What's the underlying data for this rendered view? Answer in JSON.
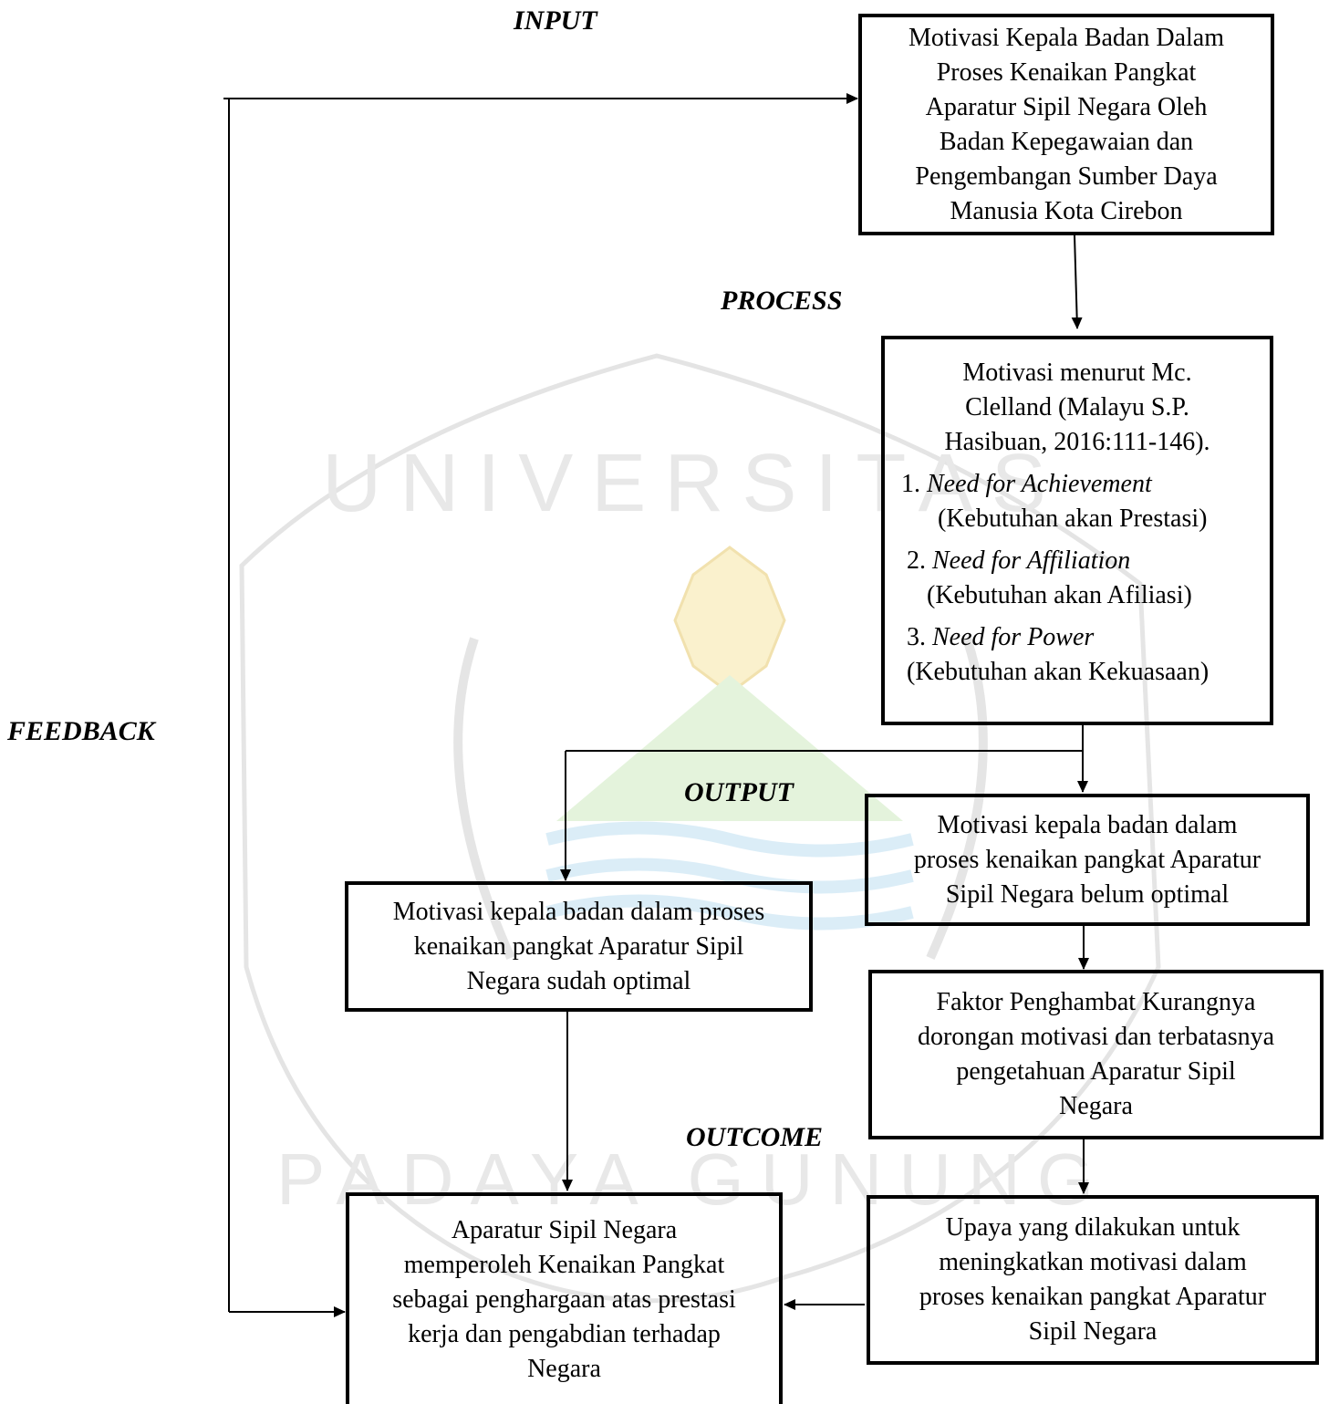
{
  "labels": {
    "input": "INPUT",
    "process": "PROCESS",
    "output": "OUTPUT",
    "outcome": "OUTCOME",
    "feedback": "FEEDBACK"
  },
  "boxes": {
    "input": {
      "lines": [
        "Motivasi Kepala Badan Dalam",
        "Proses Kenaikan Pangkat",
        "Aparatur Sipil Negara Oleh",
        "Badan Kepegawaian  dan",
        "Pengembangan Sumber Daya",
        "Manusia Kota Cirebon"
      ]
    },
    "process": {
      "intro": [
        "Motivasi menurut Mc.",
        "Clelland (Malayu S.P.",
        "Hasibuan, 2016:111-146)."
      ],
      "items": [
        {
          "num": "1.",
          "en": "Need for Achievement",
          "id": "(Kebutuhan akan Prestasi)"
        },
        {
          "num": "2.",
          "en": "Need for Affiliation",
          "id": "(Kebutuhan akan Afiliasi)"
        },
        {
          "num": "3.",
          "en": "Need for Power",
          "id": "(Kebutuhan akan Kekuasaan)"
        }
      ]
    },
    "output_right": {
      "lines": [
        "Motivasi kepala badan dalam",
        "proses kenaikan pangkat Aparatur",
        "Sipil Negara belum optimal"
      ]
    },
    "output_left": {
      "lines": [
        "Motivasi kepala badan dalam proses",
        "kenaikan pangkat Aparatur Sipil",
        "Negara sudah optimal"
      ]
    },
    "inhibitor": {
      "lines": [
        "Faktor Penghambat Kurangnya",
        "dorongan motivasi dan terbatasnya",
        "pengetahuan Aparatur Sipil",
        "Negara"
      ]
    },
    "effort": {
      "lines": [
        "Upaya yang dilakukan untuk",
        "meningkatkan motivasi dalam",
        "proses kenaikan pangkat Aparatur",
        "Sipil Negara"
      ]
    },
    "outcome": {
      "lines": [
        "Aparatur Sipil Negara",
        "memperoleh Kenaikan Pangkat",
        "sebagai penghargaan atas prestasi",
        "kerja dan pengabdian terhadap",
        "Negara"
      ]
    }
  },
  "watermark": {
    "text_top": "UNIVERSITAS",
    "text_bottom": "PADAYA GUNUNG",
    "colors": {
      "gold": "#f2d98a",
      "green": "#bfe3b0",
      "blue": "#b9dcef",
      "gray": "#d8d8d8"
    }
  }
}
